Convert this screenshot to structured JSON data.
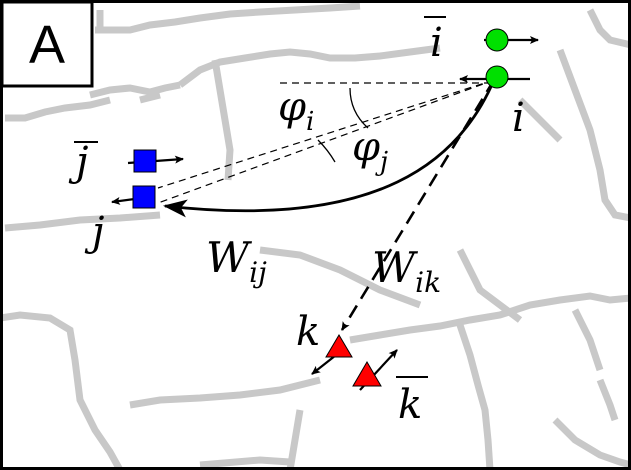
{
  "panel": {
    "letter": "A"
  },
  "labels": {
    "i_bar": "i",
    "i": "i",
    "j_bar": "j",
    "j": "j",
    "k_bar": "k",
    "k": "k",
    "phi_i": {
      "base": "φ",
      "sub": "i"
    },
    "phi_j": {
      "base": "φ",
      "sub": "j"
    },
    "W_ij": {
      "base": "W",
      "sub": "ij"
    },
    "W_ik": {
      "base": "W",
      "sub": "ik"
    }
  },
  "colors": {
    "background": "#ffffff",
    "border": "#000000",
    "map_lines": "#c8c8c8",
    "node_i": "#00e000",
    "node_j": "#0000ff",
    "node_k": "#ff0000",
    "arrows": "#000000"
  },
  "node_shapes": {
    "i": "circle",
    "j": "square",
    "k": "triangle"
  }
}
